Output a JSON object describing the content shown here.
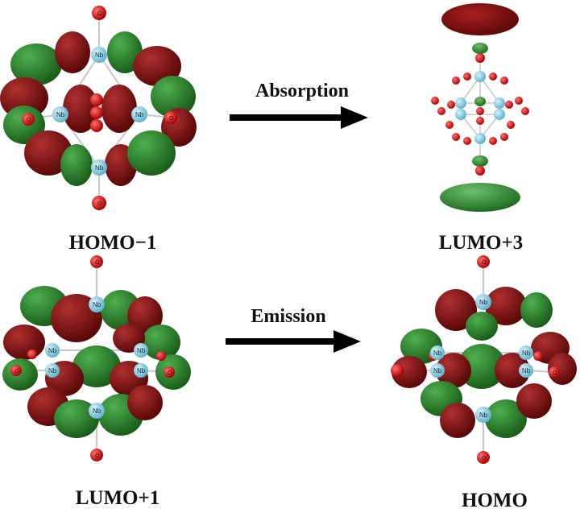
{
  "atoms": {
    "niobium": "Nb",
    "oxygen": "O"
  },
  "orbitals": {
    "homo_minus_1": "HOMO−1",
    "lumo_plus_3": "LUMO+3",
    "lumo_plus_1": "LUMO+1",
    "homo": "HOMO"
  },
  "transitions": {
    "absorption": "Absorption",
    "emission": "Emission"
  },
  "colors": {
    "lobe_positive": "#8b1010",
    "lobe_negative": "#2e8b2e",
    "niobium_atom": "#8fd3e8",
    "oxygen_atom": "#e01010",
    "bond": "#c8c8c8",
    "arrow": "#000000"
  }
}
